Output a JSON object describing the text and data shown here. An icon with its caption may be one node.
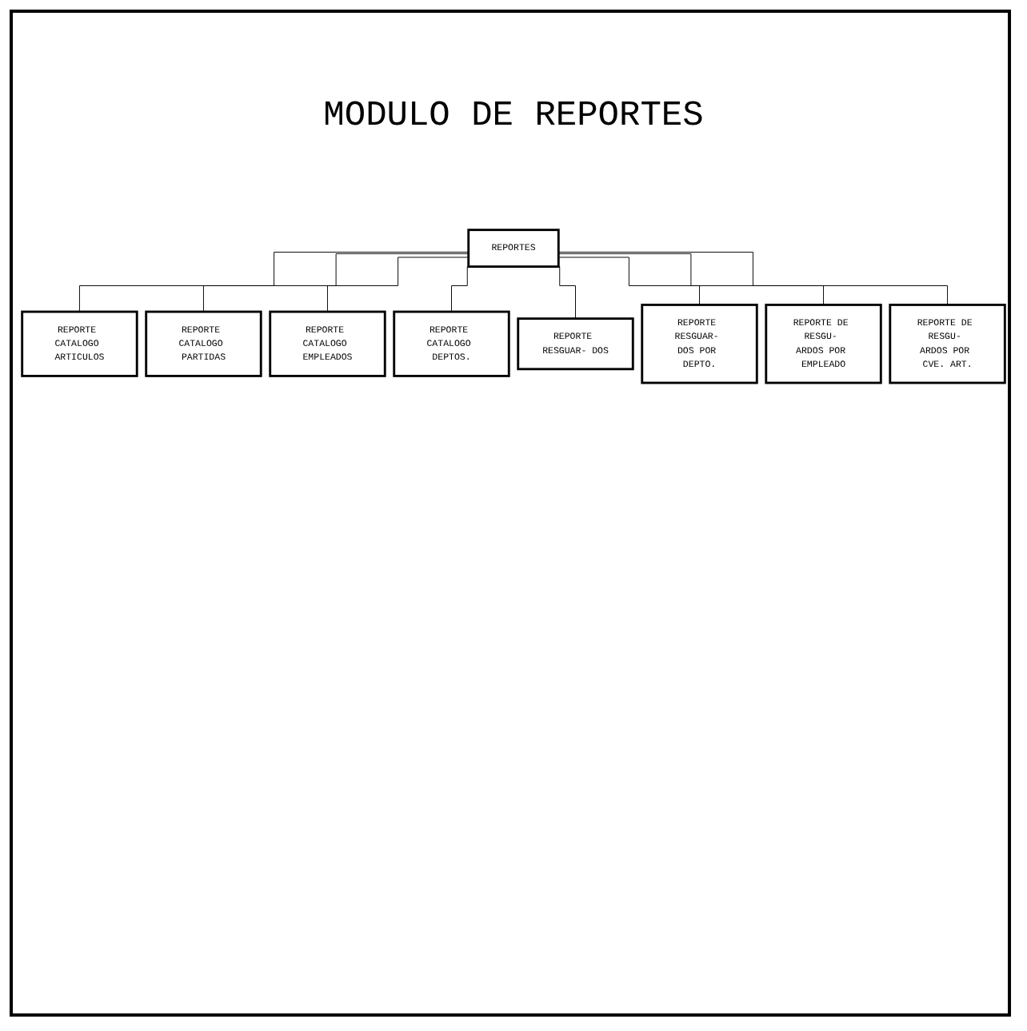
{
  "diagram": {
    "title": "MODULO DE REPORTES",
    "nodes": [
      {
        "text": [
          "REPORTES"
        ]
      },
      {
        "text": [
          "REPORTE CATALOGO ARTICULOS"
        ]
      },
      {
        "text": [
          "REPORTE CATALOGO PARTIDAS"
        ]
      },
      {
        "text": [
          "REPORTE CATALOGO EMPLEADOS"
        ]
      },
      {
        "text": [
          "REPORTE CATALOGO DEPTOS."
        ]
      },
      {
        "text": [
          "REPORTE RESGUAR- DOS"
        ]
      },
      {
        "text": [
          "REPORTE RESGUAR- DOS POR DEPTO."
        ]
      },
      {
        "text": [
          "REPORTE DE RESGU- ARDOS POR EMPLEADO"
        ]
      },
      {
        "text": [
          "REPORTE DE RESGU- ARDOS POR CVE. ART."
        ]
      }
    ],
    "edges": [
      {
        "from": 0,
        "to": 1,
        "arrow": "none"
      },
      {
        "from": 0,
        "to": 2,
        "arrow": "none"
      },
      {
        "from": 0,
        "to": 3,
        "arrow": "none"
      },
      {
        "from": 0,
        "to": 4,
        "arrow": "none"
      },
      {
        "from": 0,
        "to": 5,
        "arrow": "none"
      },
      {
        "from": 0,
        "to": 6,
        "arrow": "none"
      },
      {
        "from": 0,
        "to": 7,
        "arrow": "none"
      },
      {
        "from": 0,
        "to": 8,
        "arrow": "none"
      }
    ]
  }
}
